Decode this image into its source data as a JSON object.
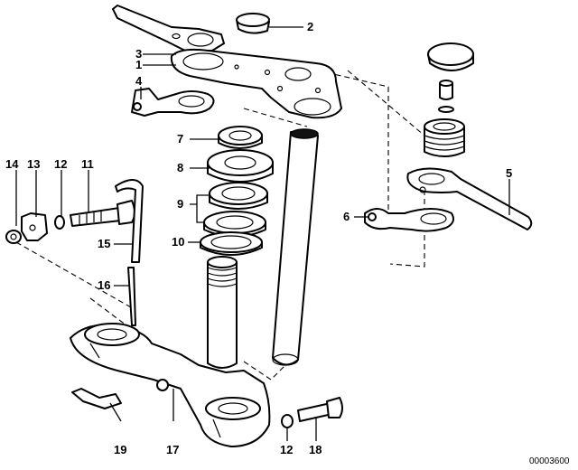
{
  "diagram": {
    "part_numbers": [
      "1",
      "2",
      "3",
      "4",
      "5",
      "6",
      "7",
      "8",
      "9",
      "10",
      "11",
      "12",
      "13",
      "14",
      "15",
      "16",
      "17",
      "18",
      "19"
    ],
    "second_12": "12",
    "reference_code": "00003600"
  }
}
